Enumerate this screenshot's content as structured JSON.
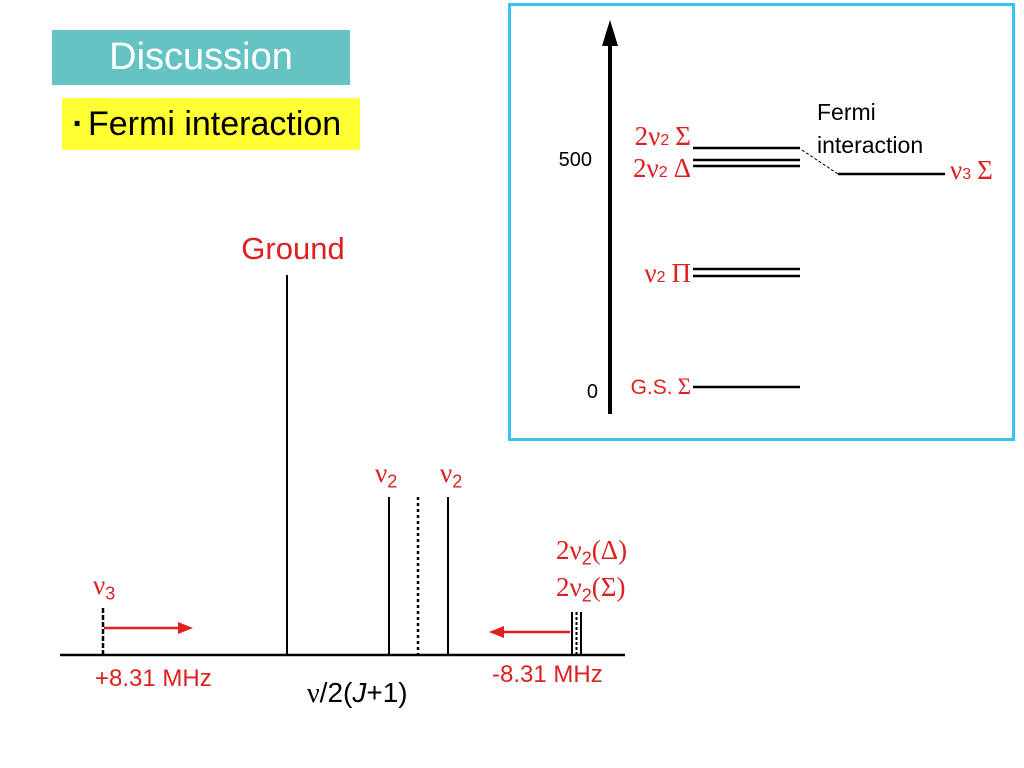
{
  "colors": {
    "title_background": "#66c3c3",
    "title_text": "#ffffff",
    "bullet_background": "#ffff33",
    "frame_border": "#38c3f0",
    "label_red": "#dd2020",
    "ink": "#000000"
  },
  "slide": {
    "title": "Discussion",
    "bullet": {
      "mark": "·",
      "text": "Fermi interaction"
    }
  },
  "energy_diagram": {
    "axis_ticks": [
      "500",
      "0"
    ],
    "levels": {
      "two_nu2_sigma": {
        "main": "2ν",
        "sub": "2",
        "term": "Σ"
      },
      "two_nu2_delta": {
        "main": "2ν",
        "sub": "2",
        "term": "Δ"
      },
      "nu2_pi": {
        "main": "ν",
        "sub": "2",
        "term": "Π"
      },
      "ground_sigma": {
        "main": "G.S.",
        "term": "Σ"
      },
      "nu3_sigma": {
        "main": "ν",
        "sub": "3",
        "term": "Σ"
      }
    },
    "annotation": "Fermi interaction"
  },
  "spectrum": {
    "ground_label": "Ground",
    "nu2_labels": [
      {
        "main": "ν",
        "sub": "2"
      },
      {
        "main": "ν",
        "sub": "2"
      }
    ],
    "nu3_label": {
      "main": "ν",
      "sub": "3"
    },
    "two_nu2_labels": [
      {
        "main": "2ν",
        "sub": "2",
        "term": "(Δ)"
      },
      {
        "main": "2ν",
        "sub": "2",
        "term": "(Σ)"
      }
    ],
    "shift_positive": "+8.31 MHz",
    "shift_negative": "-8.31 MHz",
    "x_axis_label": {
      "nu": "ν",
      "mid": "/2(",
      "j": "J",
      "end": "+1)"
    }
  }
}
